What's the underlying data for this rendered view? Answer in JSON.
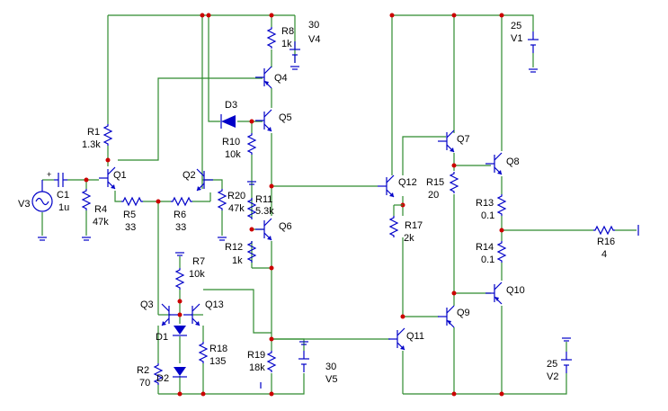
{
  "components": {
    "R8": {
      "ref": "R8",
      "value": "1k"
    },
    "V4": {
      "ref": "V4",
      "value": "30"
    },
    "Q4": {
      "ref": "Q4"
    },
    "D3": {
      "ref": "D3"
    },
    "Q5": {
      "ref": "Q5"
    },
    "R1": {
      "ref": "R1",
      "value": "1.3k"
    },
    "R10": {
      "ref": "R10",
      "value": "10k"
    },
    "Q1": {
      "ref": "Q1"
    },
    "Q2": {
      "ref": "Q2"
    },
    "C1": {
      "ref": "C1",
      "value": "1u"
    },
    "V3": {
      "ref": "V3"
    },
    "R4": {
      "ref": "R4",
      "value": "47k"
    },
    "R5": {
      "ref": "R5",
      "value": "33"
    },
    "R6": {
      "ref": "R6",
      "value": "33"
    },
    "R20": {
      "ref": "R20",
      "value": "47k"
    },
    "R11": {
      "ref": "R11",
      "value": "5.3k"
    },
    "Q6": {
      "ref": "Q6"
    },
    "R12": {
      "ref": "R12",
      "value": "1k"
    },
    "R7": {
      "ref": "R7",
      "value": "10k"
    },
    "Q3": {
      "ref": "Q3"
    },
    "Q13": {
      "ref": "Q13"
    },
    "D1": {
      "ref": "D1"
    },
    "R18": {
      "ref": "R18",
      "value": "135"
    },
    "R2": {
      "ref": "R2",
      "value": "70"
    },
    "D2": {
      "ref": "D2"
    },
    "R19": {
      "ref": "R19",
      "value": "18k"
    },
    "V5": {
      "ref": "V5",
      "value": "30"
    },
    "Q12": {
      "ref": "Q12"
    },
    "R17": {
      "ref": "R17",
      "value": "2k"
    },
    "Q11": {
      "ref": "Q11"
    },
    "Q7": {
      "ref": "Q7"
    },
    "R15": {
      "ref": "R15",
      "value": "20"
    },
    "Q8": {
      "ref": "Q8"
    },
    "R13": {
      "ref": "R13",
      "value": "0.1"
    },
    "R14": {
      "ref": "R14",
      "value": "0.1"
    },
    "Q9": {
      "ref": "Q9"
    },
    "Q10": {
      "ref": "Q10"
    },
    "R16": {
      "ref": "R16",
      "value": "4"
    },
    "V1": {
      "ref": "V1",
      "value": "25"
    },
    "V2": {
      "ref": "V2",
      "value": "25"
    }
  },
  "colors": {
    "wire": "#2e8b2e",
    "component": "#0000c8",
    "junction": "#cc0000",
    "text": "#000000"
  }
}
